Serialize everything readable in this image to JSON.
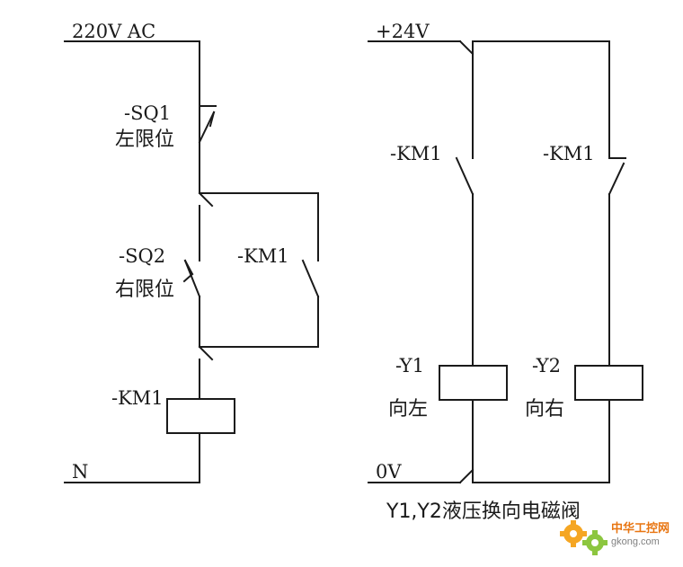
{
  "left_circuit": {
    "supply_label": "220V AC",
    "neutral_label": "N",
    "sq1_tag": "-SQ1",
    "sq1_desc": "左限位",
    "sq2_tag": "-SQ2",
    "sq2_desc": "右限位",
    "km1_contact_tag": "-KM1",
    "km1_coil_tag": "-KM1"
  },
  "right_circuit": {
    "supply_label": "+24V",
    "ground_label": "0V",
    "km1_no_tag": "-KM1",
    "km1_nc_tag": "-KM1",
    "y1_tag": "-Y1",
    "y1_desc": "向左",
    "y2_tag": "-Y2",
    "y2_desc": "向右",
    "caption": "Y1,Y2液压换向电磁阀"
  },
  "watermark": {
    "brand": "中华工控网",
    "domain": "gkong.com",
    "brand_color": "#e87511",
    "gear_colors": [
      "#f5a623",
      "#8cc63f"
    ]
  }
}
